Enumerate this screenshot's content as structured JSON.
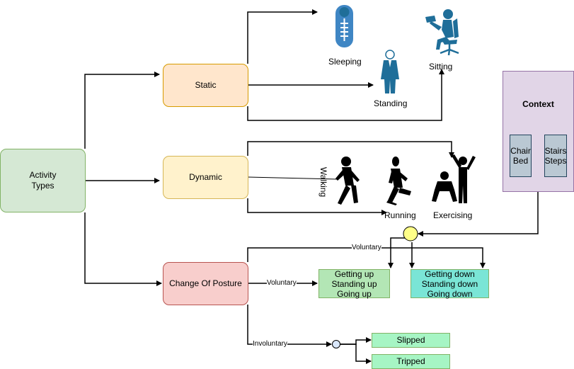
{
  "nodes": {
    "root": "Activity\nTypes",
    "static": "Static",
    "dynamic": "Dynamic",
    "posture": "Change Of Posture",
    "context": "Context",
    "chair": "Chair\nBed",
    "stairs": "Stairs\nSteps",
    "voluntary_up": "Getting up\nStanding up\nGoing up",
    "voluntary_down": "Getting down\nStanding down\nGoing down",
    "slipped": "Slipped",
    "tripped": "Tripped"
  },
  "labels": {
    "sleeping": "Sleeping",
    "standing": "Standing",
    "sitting": "Sitting",
    "walking": "Walking",
    "running": "Running",
    "exercising": "Exercising"
  },
  "edge_labels": {
    "voluntary_top": "Voluntary",
    "voluntary_mid": "Voluntary",
    "involuntary": "Involuntary"
  },
  "colors": {
    "root_fill": "#d5e8d4",
    "root_stroke": "#82b366",
    "static_fill": "#ffe6cc",
    "static_stroke": "#d79b00",
    "dynamic_fill": "#fff2cc",
    "dynamic_stroke": "#d6b656",
    "posture_fill": "#f8cecc",
    "posture_stroke": "#b85450",
    "context_fill": "#e1d5e7",
    "context_stroke": "#9673a6",
    "up_fill": "#b3e6b5",
    "down_fill": "#7ae5d6",
    "fall_fill": "#a6f5c4",
    "junction_fill": "#ffff88",
    "junction_small_fill": "#dae8fc",
    "icon_blue": "#1f6e99",
    "icon_black": "#000000"
  }
}
